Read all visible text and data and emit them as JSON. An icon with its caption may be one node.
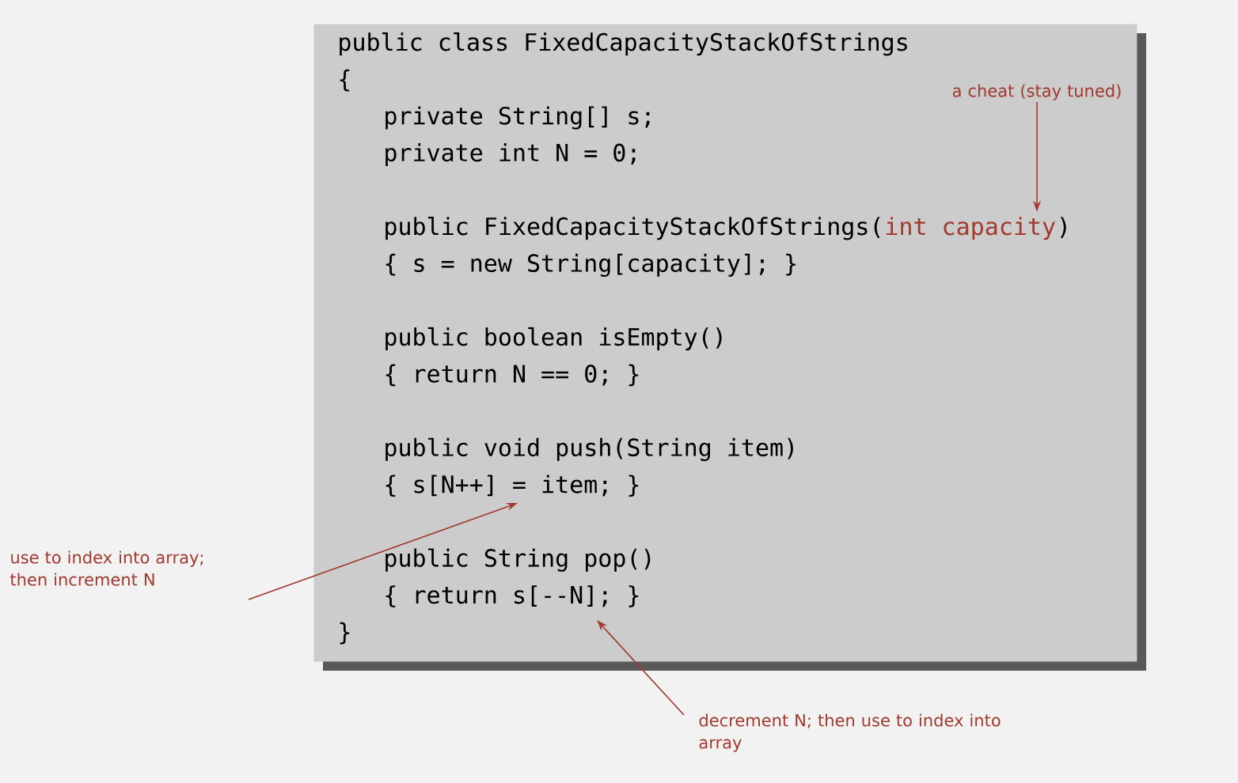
{
  "diagram": {
    "nodes": [
      {
        "text": [
          "public class FixedCapacityStackOfStrings",
          "{",
          "private String[] s;",
          "private int N = 0;",
          "public FixedCapacityStackOfStrings(",
          ")",
          "{  s = new String[capacity];  }",
          "public boolean isEmpty()",
          "{  return N == 0;  }",
          "public void push(String item)",
          "{  s[N++] = item;  }",
          "public String pop()",
          "{  return s[--N];  }",
          "}"
        ]
      },
      {
        "text": [
          "a cheat (stay tuned)"
        ],
        "in": 0
      },
      {
        "text": [
          "int capacity"
        ],
        "in": 0
      },
      {
        "text": [
          "use to index into array; then increment N"
        ]
      },
      {
        "text": [
          "decrement N; then use to index into array"
        ]
      }
    ],
    "edges": [
      {
        "from": 1,
        "to": 2,
        "arrow": "to"
      },
      {
        "from": 3,
        "to": null,
        "arrow": "to"
      },
      {
        "from": 4,
        "to": null,
        "arrow": "to"
      }
    ]
  }
}
